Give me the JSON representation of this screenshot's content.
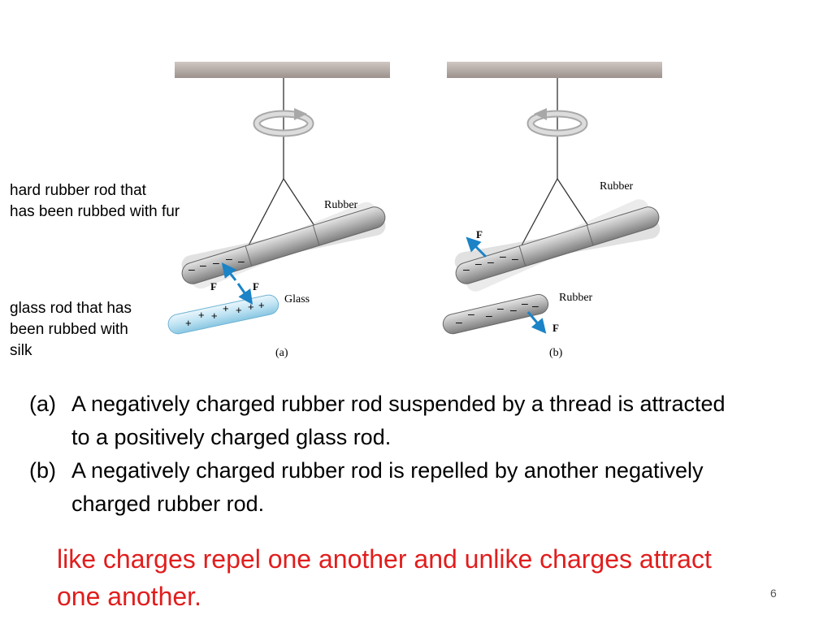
{
  "figure": {
    "label_rubber": "Rubber",
    "label_glass": "Glass",
    "label_force": "F",
    "panel_a": "(a)",
    "panel_b": "(b)",
    "neg_sign": "–",
    "pos_sign": "+"
  },
  "annotations": {
    "rubber_rod_line1": "hard rubber rod that",
    "rubber_rod_line2": "has been rubbed with fur",
    "glass_rod_line1": "glass rod that has",
    "glass_rod_line2": "been rubbed with",
    "glass_rod_line3": "silk"
  },
  "captions": [
    {
      "marker": "(a)",
      "text": "A negatively charged rubber rod suspended by a thread is attracted to a positively charged glass rod."
    },
    {
      "marker": "(b)",
      "text": "A negatively charged rubber rod is repelled by another negatively charged rubber rod."
    }
  ],
  "rule": "like charges repel one another and unlike charges attract one another.",
  "page_number": "6",
  "colors": {
    "arrow": "#1b83c6",
    "rule_text": "#e11d1d",
    "ceiling": "#b4a8a4"
  }
}
